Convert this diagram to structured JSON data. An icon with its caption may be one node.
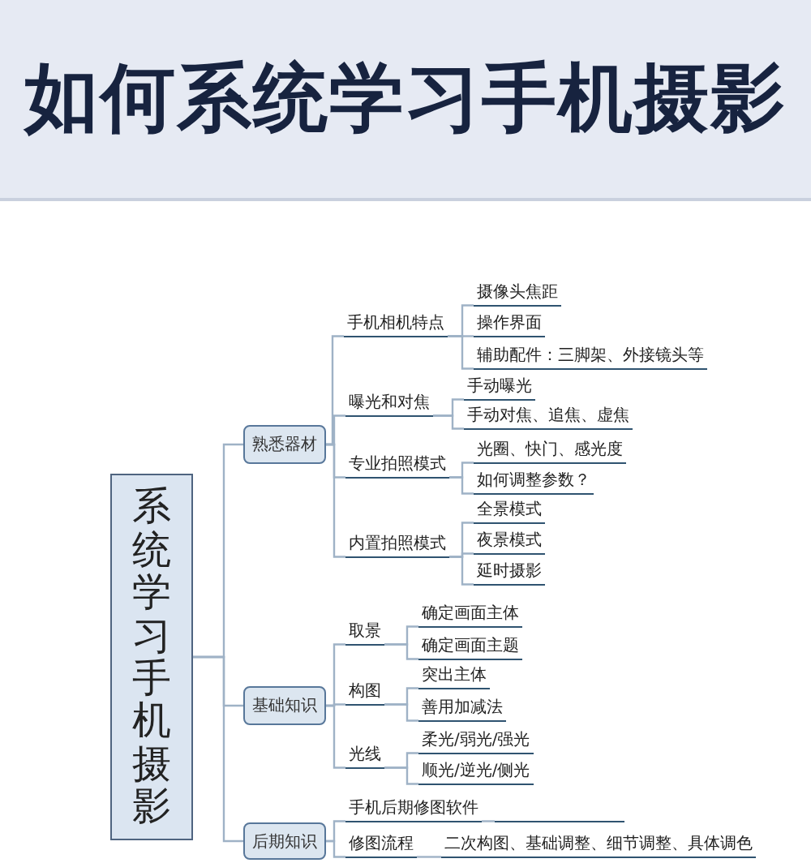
{
  "diagram": {
    "title": "如何系统学习手机摄影",
    "nodes": [
      {
        "text": [
          "系统学习手机摄影"
        ]
      },
      {
        "text": [
          "熟悉器材"
        ]
      },
      {
        "text": [
          "手机相机特点"
        ]
      },
      {
        "text": [
          "摄像头焦距"
        ]
      },
      {
        "text": [
          "操作界面"
        ]
      },
      {
        "text": [
          "辅助配件：三脚架、外接镜头等"
        ]
      },
      {
        "text": [
          "曝光和对焦"
        ]
      },
      {
        "text": [
          "手动曝光"
        ]
      },
      {
        "text": [
          "手动对焦、追焦、虚焦"
        ]
      },
      {
        "text": [
          "专业拍照模式"
        ]
      },
      {
        "text": [
          "光圈、快门、感光度"
        ]
      },
      {
        "text": [
          "如何调整参数？"
        ]
      },
      {
        "text": [
          "内置拍照模式"
        ]
      },
      {
        "text": [
          "全景模式"
        ]
      },
      {
        "text": [
          "夜景模式"
        ]
      },
      {
        "text": [
          "延时摄影"
        ]
      },
      {
        "text": [
          "基础知识"
        ]
      },
      {
        "text": [
          "取景"
        ]
      },
      {
        "text": [
          "确定画面主体"
        ]
      },
      {
        "text": [
          "确定画面主题"
        ]
      },
      {
        "text": [
          "构图"
        ]
      },
      {
        "text": [
          "突出主体"
        ]
      },
      {
        "text": [
          "善用加减法"
        ]
      },
      {
        "text": [
          "光线"
        ]
      },
      {
        "text": [
          "柔光/弱光/强光"
        ]
      },
      {
        "text": [
          "顺光/逆光/侧光"
        ]
      },
      {
        "text": [
          "后期知识"
        ]
      },
      {
        "text": [
          "手机后期修图软件"
        ]
      },
      {
        "text": [],
        "shape": "bar"
      },
      {
        "text": [
          "修图流程"
        ]
      },
      {
        "text": [
          "二次构图、基础调整、细节调整、具体调色"
        ]
      }
    ],
    "edges": [
      {
        "from": 0,
        "to": 1,
        "arrow": "none"
      },
      {
        "from": 0,
        "to": 16,
        "arrow": "none"
      },
      {
        "from": 0,
        "to": 26,
        "arrow": "none"
      },
      {
        "from": 1,
        "to": 2,
        "arrow": "none"
      },
      {
        "from": 1,
        "to": 6,
        "arrow": "none"
      },
      {
        "from": 1,
        "to": 9,
        "arrow": "none"
      },
      {
        "from": 1,
        "to": 12,
        "arrow": "none"
      },
      {
        "from": 2,
        "to": 3,
        "arrow": "none"
      },
      {
        "from": 2,
        "to": 4,
        "arrow": "none"
      },
      {
        "from": 2,
        "to": 5,
        "arrow": "none"
      },
      {
        "from": 6,
        "to": 7,
        "arrow": "none"
      },
      {
        "from": 6,
        "to": 8,
        "arrow": "none"
      },
      {
        "from": 9,
        "to": 10,
        "arrow": "none"
      },
      {
        "from": 9,
        "to": 11,
        "arrow": "none"
      },
      {
        "from": 12,
        "to": 13,
        "arrow": "none"
      },
      {
        "from": 12,
        "to": 14,
        "arrow": "none"
      },
      {
        "from": 12,
        "to": 15,
        "arrow": "none"
      },
      {
        "from": 16,
        "to": 17,
        "arrow": "none"
      },
      {
        "from": 16,
        "to": 20,
        "arrow": "none"
      },
      {
        "from": 16,
        "to": 23,
        "arrow": "none"
      },
      {
        "from": 17,
        "to": 18,
        "arrow": "none"
      },
      {
        "from": 17,
        "to": 19,
        "arrow": "none"
      },
      {
        "from": 20,
        "to": 21,
        "arrow": "none"
      },
      {
        "from": 20,
        "to": 22,
        "arrow": "none"
      },
      {
        "from": 23,
        "to": 24,
        "arrow": "none"
      },
      {
        "from": 23,
        "to": 25,
        "arrow": "none"
      },
      {
        "from": 26,
        "to": 27,
        "arrow": "none"
      },
      {
        "from": 26,
        "to": 29,
        "arrow": "none"
      },
      {
        "from": 27,
        "to": 28,
        "arrow": "none"
      },
      {
        "from": 29,
        "to": 30,
        "arrow": "none"
      }
    ]
  }
}
